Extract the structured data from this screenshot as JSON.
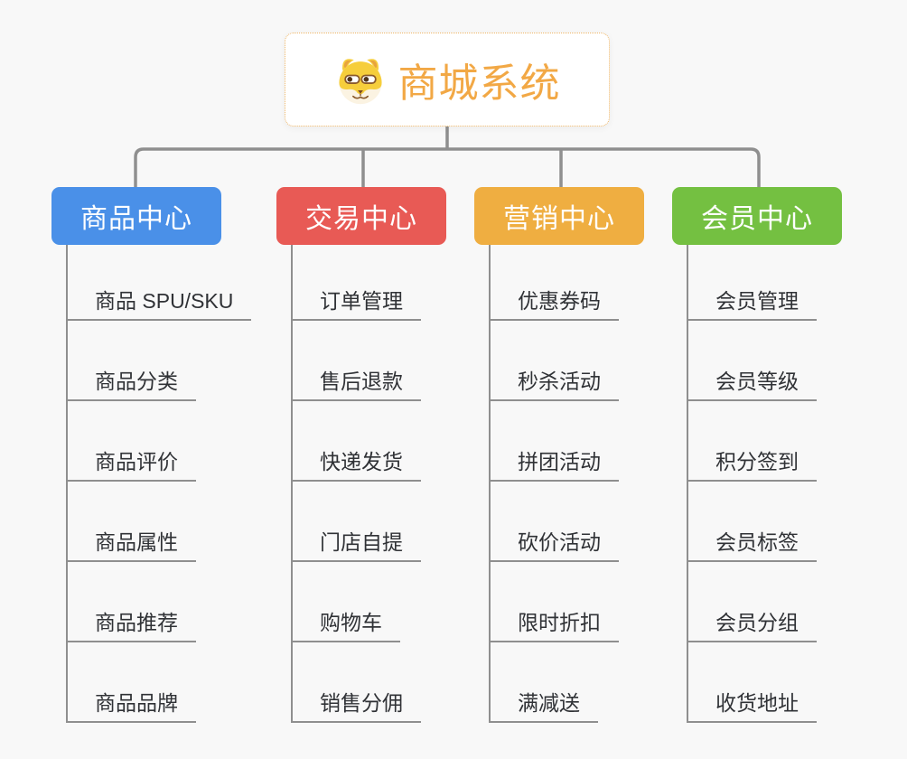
{
  "root": {
    "title": "商城系统",
    "icon": "dog-face-icon",
    "title_color": "#F2A845",
    "border_color": "#EFB768"
  },
  "branches": [
    {
      "label": "商品中心",
      "color": "#4A90E8",
      "items": [
        "商品 SPU/SKU",
        "商品分类",
        "商品评价",
        "商品属性",
        "商品推荐",
        "商品品牌"
      ]
    },
    {
      "label": "交易中心",
      "color": "#E85A55",
      "items": [
        "订单管理",
        "售后退款",
        "快递发货",
        "门店自提",
        "购物车",
        "销售分佣"
      ]
    },
    {
      "label": "营销中心",
      "color": "#EFAE41",
      "items": [
        "优惠券码",
        "秒杀活动",
        "拼团活动",
        "砍价活动",
        "限时折扣",
        "满减送"
      ]
    },
    {
      "label": "会员中心",
      "color": "#74C041",
      "items": [
        "会员管理",
        "会员等级",
        "积分签到",
        "会员标签",
        "会员分组",
        "收货地址"
      ]
    }
  ],
  "style": {
    "background": "#F8F8F8",
    "connector_color": "#8F8F8F",
    "item_text_color": "#303236",
    "branch_text_color": "#FFFFFF"
  }
}
